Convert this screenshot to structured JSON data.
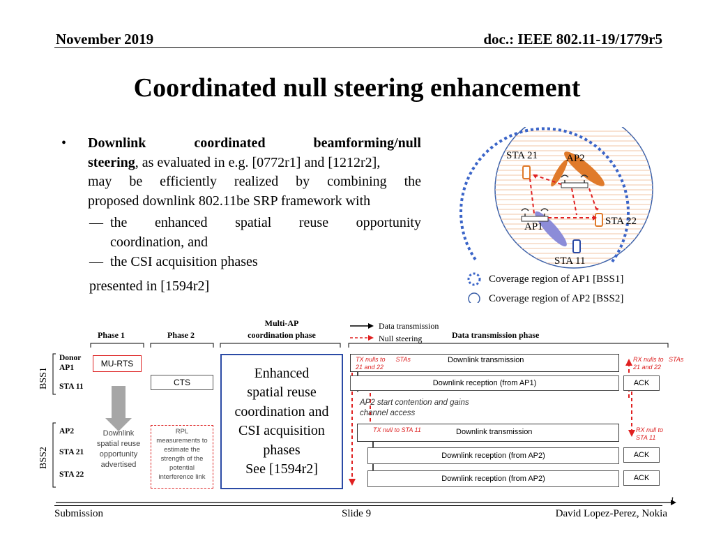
{
  "header": {
    "date": "November 2019",
    "doc": "doc.: IEEE 802.11-19/1779r5"
  },
  "title": "Coordinated null steering enhancement",
  "bullet": {
    "line1_words": [
      "Downlink",
      "coordinated",
      "beamforming/null"
    ],
    "line2_bold": "steering",
    "line2_rest": ", as evaluated in e.g. [0772r1] and [1212r2],",
    "line3": "may be efficiently realized by combining the",
    "line4": "proposed downlink 802.11be SRP framework with",
    "sub1_a": "the enhanced spatial reuse opportunity",
    "sub1_b": "coordination, and",
    "sub2": "the CSI acquisition phases",
    "tail": "presented in [1594r2]",
    "dash": "—",
    "dot": "•"
  },
  "topology": {
    "sta21": "STA 21",
    "ap2": "AP2",
    "ap1": "AP1",
    "sta22": "STA 22",
    "sta11": "STA 11",
    "legend_bss1": "Coverage region of AP1 [BSS1]",
    "legend_bss2": "Coverage region of AP2 [BSS2]"
  },
  "timeline": {
    "phase1": "Phase 1",
    "phase2": "Phase 2",
    "multi_ap_1": "Multi-AP",
    "multi_ap_2": "coordination phase",
    "legend_data": "Data transmission",
    "legend_null": "Null steering",
    "data_phase": "Data transmission phase",
    "bss1": "BSS1",
    "bss2": "BSS2",
    "donor": "Donor",
    "ap1": "AP1",
    "sta11": "STA 11",
    "ap2": "AP2",
    "sta21": "STA 21",
    "sta22": "STA 22",
    "mu_rts": "MU-RTS",
    "cts": "CTS",
    "enhanced": [
      "Enhanced",
      "spatial reuse",
      "coordination and",
      "CSI acquisition",
      "phases",
      "See [1594r2]"
    ],
    "phase1_note": [
      "Downlink",
      "spatial reuse",
      "opportunity",
      "advertised"
    ],
    "rpl_note": [
      "RPL",
      "measurements to",
      "estimate the",
      "strength of the",
      "potential",
      "interference link"
    ],
    "tx_nulls_1": "TX nulls to      STAs",
    "tx_nulls_2": "21 and 22",
    "dl_tx": "Downlink transmission",
    "rx_nulls_1": "RX nulls to   STAs",
    "rx_nulls_2": "21 and 22",
    "dl_rx_ap1": "Downlink reception (from AP1)",
    "ack": "ACK",
    "ap2_contention_1": "AP2 start contention and gains",
    "ap2_contention_2": "channel access",
    "tx_null_sta11": "TX null to STA 11",
    "rx_null_1": "RX null to",
    "rx_null_2": "STA 11",
    "dl_rx_ap2": "Downlink reception (from AP2)",
    "t": "t"
  },
  "footer": {
    "left": "Submission",
    "center": "Slide 9",
    "right": "David Lopez-Perez, Nokia"
  },
  "colors": {
    "null_red": "#e02020",
    "bss1_blue": "#3a64c8",
    "bss2_blue": "#3a5fa8",
    "beam_orange": "#e07a2a",
    "beam_purple": "#8c8cd8",
    "enhanced_border": "#2b4aa5"
  }
}
